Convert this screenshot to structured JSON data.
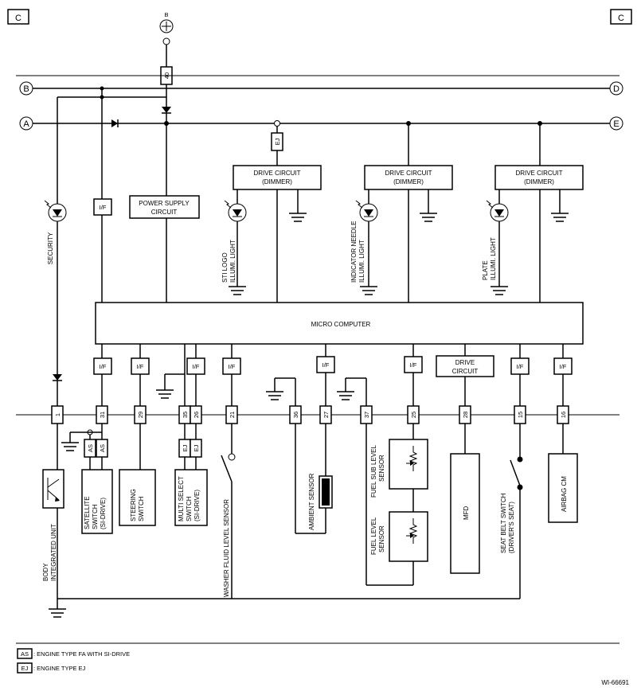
{
  "corner_left": "C",
  "corner_right": "C",
  "battery_label": "B",
  "fuse": "40",
  "bus_labels": {
    "B": "B",
    "D": "D",
    "A": "A",
    "E": "E"
  },
  "if_label": "I/F",
  "ej_label": "EJ",
  "as_label": "AS",
  "drive_circuit_dimmer": [
    "DRIVE CIRCUIT",
    "(DIMMER)"
  ],
  "power_supply": [
    "POWER SUPPLY",
    "CIRCUIT"
  ],
  "micro_computer": "MICRO COMPUTER",
  "drive_circuit": [
    "DRIVE",
    "CIRCUIT"
  ],
  "lamps": {
    "security": [
      "SECURITY"
    ],
    "sti_logo": [
      "STI LOGO",
      "ILLUMI. LIGHT"
    ],
    "indicator_needle": [
      "INDICATOR NEEDLE",
      "ILLUMI. LIGHT"
    ],
    "plate": [
      "PLATE",
      "ILLUMI. LIGHT"
    ]
  },
  "connectors": [
    "1",
    "31",
    "29",
    "35",
    "26",
    "21",
    "36",
    "27",
    "37",
    "25",
    "28",
    "15",
    "16"
  ],
  "components": {
    "body_integrated_unit": [
      "BODY",
      "INTEGRATED UNIT"
    ],
    "satellite_switch": [
      "SATELLITE",
      "SWITCH",
      "(SI-DRIVE)"
    ],
    "steering_switch": [
      "STEERING",
      "SWITCH"
    ],
    "multi_select_switch": [
      "MULTI SELECT",
      "SWITCH",
      "(SI-DRIVE)"
    ],
    "washer_fluid_sensor": [
      "WASHER FLUID LEVEL SENSOR"
    ],
    "ambient_sensor": [
      "AMBIENT SENSOR"
    ],
    "fuel_sub_level_sensor": [
      "FUEL SUB LEVEL",
      "SENSOR"
    ],
    "fuel_level_sensor": [
      "FUEL LEVEL",
      "SENSOR"
    ],
    "mfd": [
      "MFD"
    ],
    "seat_belt_switch": [
      "SEAT BELT SWITCH",
      "(DRIVER'S SEAT)"
    ],
    "airbag_cm": [
      "AIRBAG CM"
    ]
  },
  "legend": [
    {
      "code": "AS",
      "text": ": ENGINE TYPE FA WITH SI-DRIVE"
    },
    {
      "code": "EJ",
      "text": ": ENGINE TYPE EJ"
    }
  ],
  "figure_id": "WI-66691"
}
